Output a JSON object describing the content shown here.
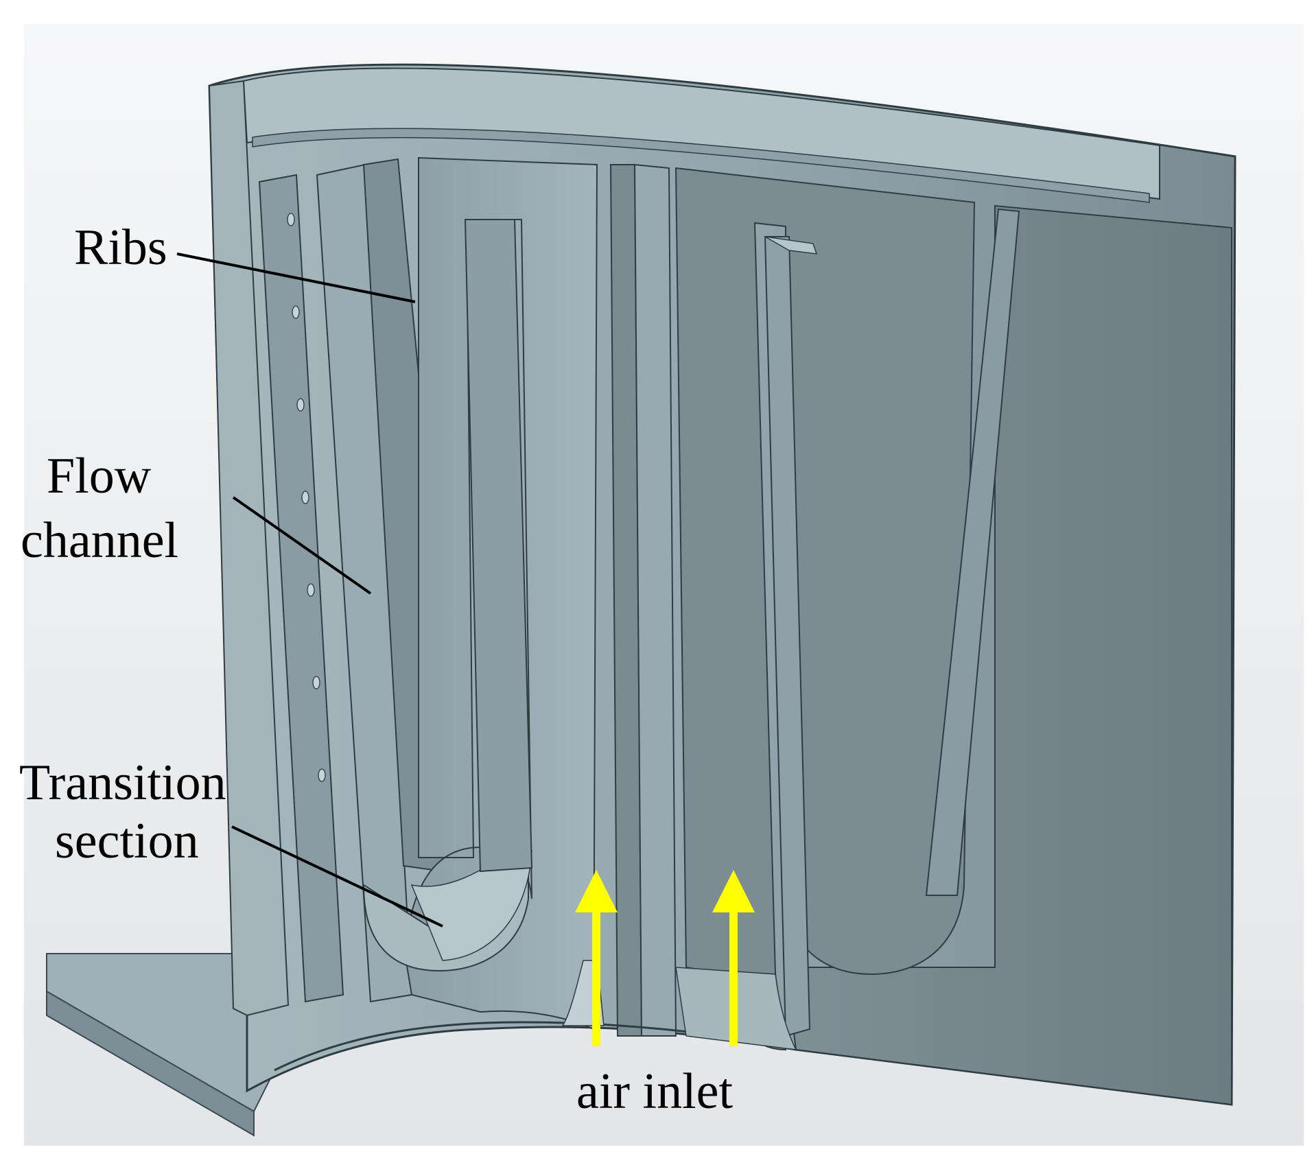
{
  "labels": {
    "ribs": "Ribs",
    "flow_line1": "Flow",
    "flow_line2": "channel",
    "transition_line1": "Transition",
    "transition_line2": "section",
    "air_inlet": "air inlet"
  },
  "colors": {
    "background": "#e9ebee",
    "body_light": "#9fb1b9",
    "body_mid": "#8a9ca4",
    "body_dark": "#6f7f85",
    "arrow": "#ffff00"
  }
}
